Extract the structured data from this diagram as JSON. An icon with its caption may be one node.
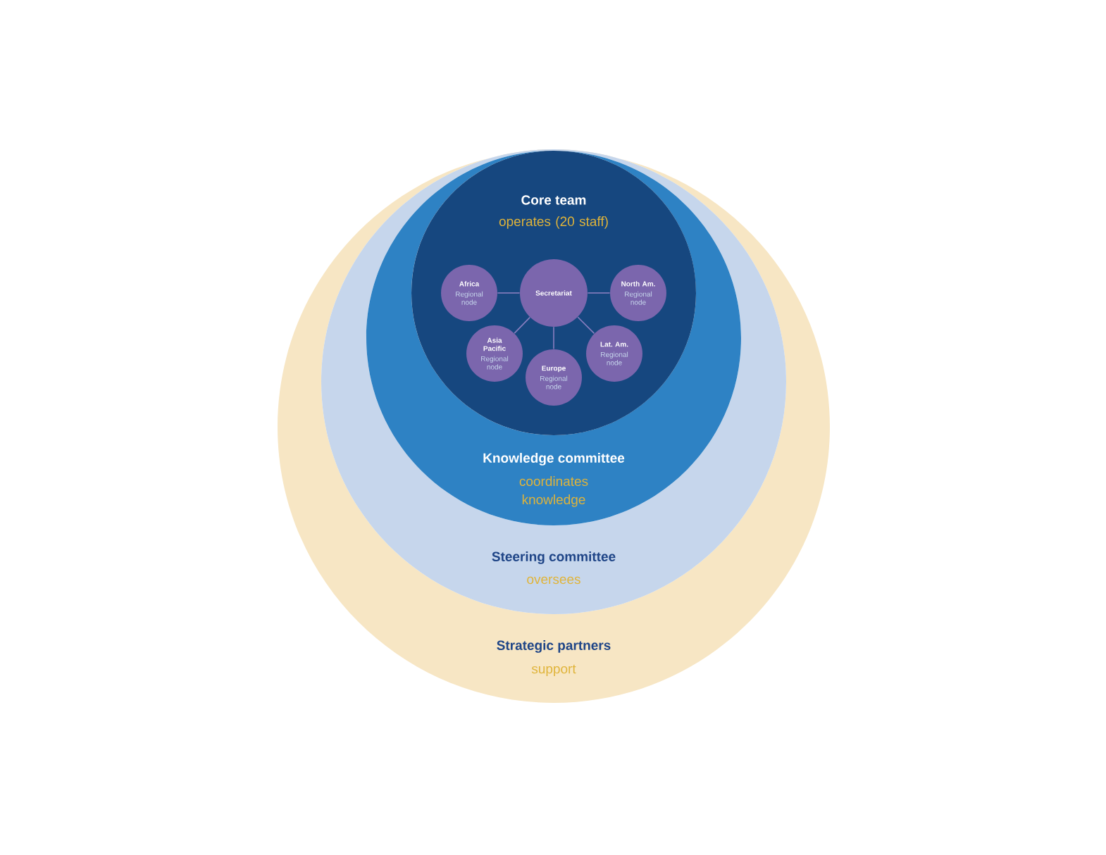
{
  "diagram": {
    "nodes": [
      {
        "text": [
          "Strategic partners",
          "support"
        ]
      },
      {
        "text": [
          "Steering committee",
          "oversees"
        ],
        "in": 0
      },
      {
        "text": [
          "Knowledge committee",
          "coordinates knowledge"
        ],
        "in": 1
      },
      {
        "text": [
          "Core team",
          "operates (20 staff)"
        ],
        "in": 2
      },
      {
        "text": [
          "Secretariat"
        ],
        "in": 3
      },
      {
        "text": [
          "Africa",
          "Regional node"
        ],
        "in": 3
      },
      {
        "text": [
          "North Am.",
          "Regional node"
        ],
        "in": 3
      },
      {
        "text": [
          "Asia Pacific",
          "Regional node"
        ],
        "in": 3
      },
      {
        "text": [
          "Europe",
          "Regional node"
        ],
        "in": 3
      },
      {
        "text": [
          "Lat. Am.",
          "Regional node"
        ],
        "in": 3
      }
    ],
    "edges": [
      {
        "from": 4,
        "to": 5,
        "arrow": "none"
      },
      {
        "from": 4,
        "to": 6,
        "arrow": "none"
      },
      {
        "from": 4,
        "to": 7,
        "arrow": "none"
      },
      {
        "from": 4,
        "to": 8,
        "arrow": "none"
      },
      {
        "from": 4,
        "to": 9,
        "arrow": "none"
      }
    ]
  }
}
